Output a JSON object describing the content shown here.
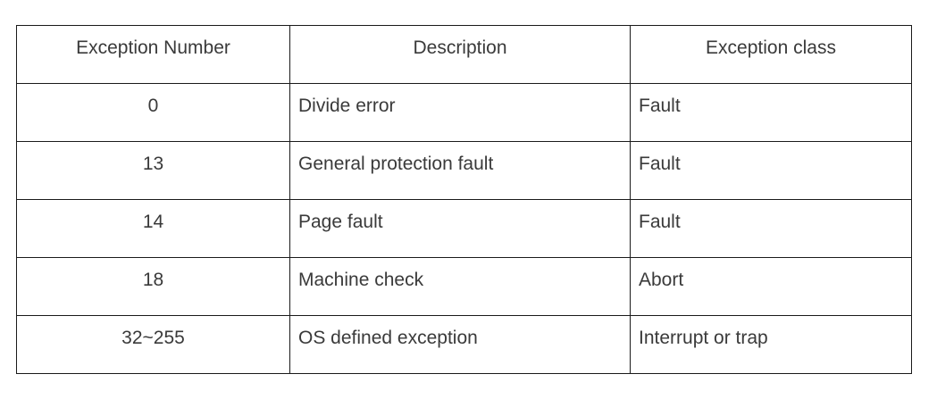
{
  "table": {
    "columns": [
      {
        "id": "exception_number",
        "header": "Exception Number",
        "align": "center"
      },
      {
        "id": "description",
        "header": "Description",
        "align": "center"
      },
      {
        "id": "exception_class",
        "header": "Exception class",
        "align": "center"
      }
    ],
    "rows": [
      {
        "exception_number": "0",
        "description": "Divide error",
        "exception_class": "Fault"
      },
      {
        "exception_number": "13",
        "description": "General protection fault",
        "exception_class": "Fault"
      },
      {
        "exception_number": "14",
        "description": "Page fault",
        "exception_class": "Fault"
      },
      {
        "exception_number": "18",
        "description": "Machine check",
        "exception_class": "Abort"
      },
      {
        "exception_number": "32~255",
        "description": "OS defined exception",
        "exception_class": "Interrupt or trap"
      }
    ]
  },
  "style": {
    "border_color": "#1a1a1a",
    "text_color": "#3a3a3a",
    "background": "#ffffff"
  }
}
